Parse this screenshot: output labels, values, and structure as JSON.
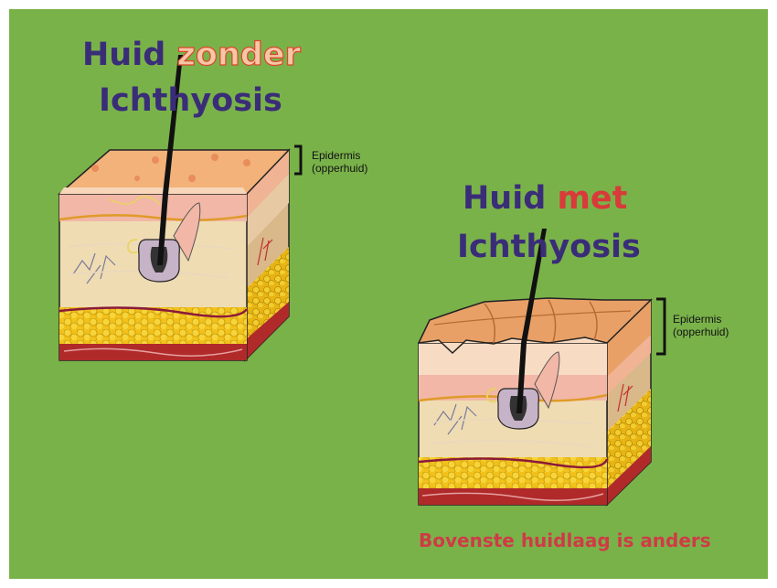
{
  "healthy": {
    "title_word1": "Huid",
    "title_highlight": "zonder",
    "title_line2": "Ichthyosis",
    "epidermis_label": "Epidermis",
    "epidermis_sub": "(opperhuid)"
  },
  "ichthyosis": {
    "title_word1": "Huid",
    "title_highlight": "met",
    "title_line2": "Ichthyosis",
    "epidermis_label": "Epidermis",
    "epidermis_sub": "(opperhuid)"
  },
  "caption": "Bovenste huidlaag is anders",
  "colors": {
    "background": "#7ab24a",
    "title_blue": "#3a2d78",
    "highlight_red": "#d93a3a",
    "caption_red": "#cf3b46"
  }
}
